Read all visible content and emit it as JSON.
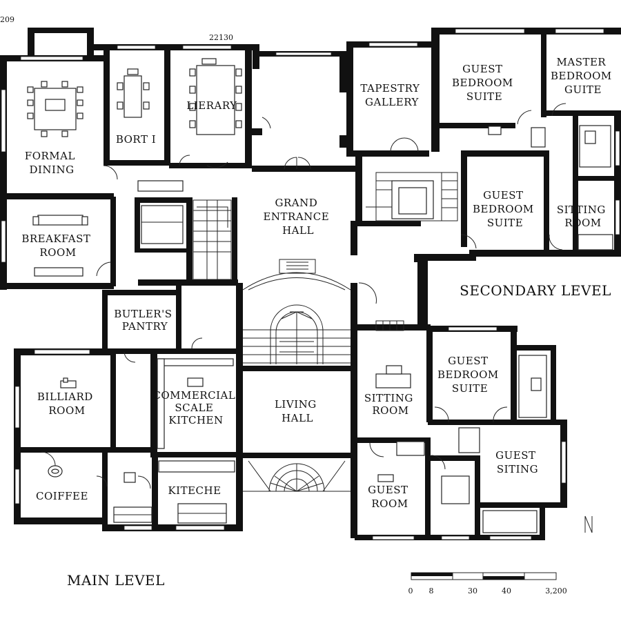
{
  "sheet_number": "209",
  "top_code": "22130",
  "rooms": {
    "formal_dining": [
      "FORMAL",
      "DINING"
    ],
    "bort": [
      "BORT I"
    ],
    "library": [
      "LIERARY"
    ],
    "tapestry_gallery": [
      "TAPESTRY",
      "GALLERY"
    ],
    "guest_bedroom_suite_1": [
      "GUEST",
      "BEDROOM",
      "SUITE"
    ],
    "master_bedroom_suite": [
      "MASTER",
      "BEDROOM",
      "GUITE"
    ],
    "breakfast_room": [
      "BREAKFAST",
      "ROOM"
    ],
    "grand_entrance_hall": [
      "GRAND",
      "ENTRANCE",
      "HALL"
    ],
    "guest_bedroom_suite_2": [
      "GUEST",
      "BEDROOM",
      "SUITE"
    ],
    "sitting_room_1": [
      "SITTING",
      "ROOM"
    ],
    "butlers_pantry": [
      "BUTLER'S",
      "PANTRY"
    ],
    "billiard_room": [
      "BILLIARD",
      "ROOM"
    ],
    "commercial_kitchen": [
      "COMMERCIAL",
      "SCALE",
      "KITCHEN"
    ],
    "living_hall": [
      "LIVING",
      "HALL"
    ],
    "sitting_room_2": [
      "SITTING",
      "ROOM"
    ],
    "guest_bedroom_suite_3": [
      "GUEST",
      "BEDROOM",
      "SUITE"
    ],
    "guest_siting": [
      "GUEST",
      "SITING"
    ],
    "coiffee": [
      "COIFFEE"
    ],
    "kiteche": [
      "KITECHE"
    ],
    "guest_room": [
      "GUEST",
      "ROOM"
    ]
  },
  "levels": {
    "main": "MAIN LEVEL",
    "secondary": "SECONDARY LEVEL"
  },
  "north_arrow": "N",
  "scale_bar": {
    "ticks": [
      "0",
      "8",
      "30",
      "40",
      "3,200"
    ]
  }
}
